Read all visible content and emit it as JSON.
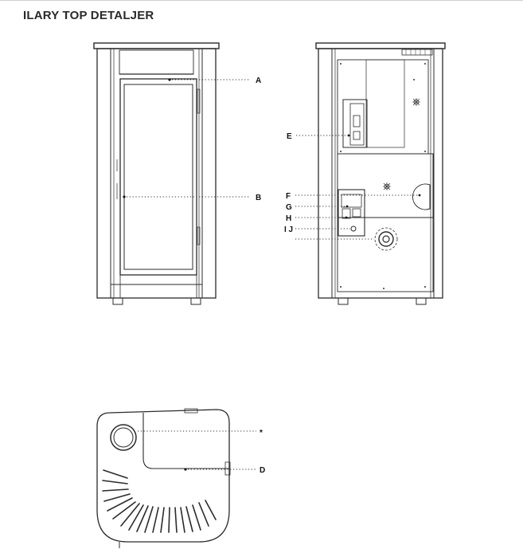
{
  "title": "ILARY TOP DETALJER",
  "labels": {
    "a": "A",
    "b": "B",
    "e": "E",
    "f": "F",
    "g": "G",
    "h": "H",
    "ij": "I J",
    "star": "*",
    "d": "D"
  }
}
